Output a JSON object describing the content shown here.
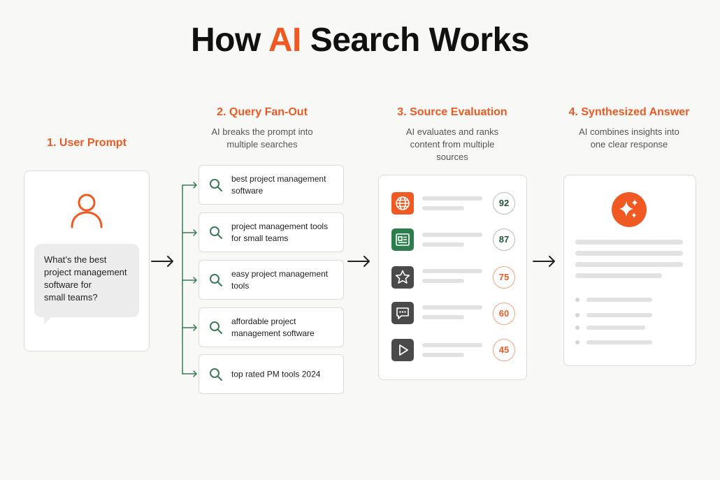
{
  "title": {
    "before": "How ",
    "accent": "AI",
    "after": " Search Works"
  },
  "colors": {
    "accent": "#f05a22",
    "green": "#3b7a57",
    "card_border": "#dcdcdc"
  },
  "steps": [
    {
      "title": "1. User Prompt",
      "desc": ""
    },
    {
      "title": "2. Query Fan-Out",
      "desc_lines": [
        "AI breaks the prompt into",
        "multiple searches"
      ]
    },
    {
      "title": "3. Source Evaluation",
      "desc_lines": [
        "AI evaluates and ranks",
        "content from multiple",
        "sources"
      ]
    },
    {
      "title": "4. Synthesized Answer",
      "desc_lines": [
        "AI combines insights into",
        "one clear response"
      ]
    }
  ],
  "prompt": {
    "icon": "user-icon",
    "lines": [
      "What’s the best",
      "project management",
      "software for",
      "small teams?"
    ]
  },
  "queries": [
    {
      "lines": [
        "best project management",
        "software"
      ],
      "icon": "search-icon"
    },
    {
      "lines": [
        "project management tools",
        "for small teams"
      ],
      "icon": "search-icon"
    },
    {
      "lines": [
        "easy project management",
        "tools"
      ],
      "icon": "search-icon"
    },
    {
      "lines": [
        "affordable project",
        "management software"
      ],
      "icon": "search-icon"
    },
    {
      "lines": [
        "top rated PM tools 2024"
      ],
      "icon": "search-icon"
    }
  ],
  "sources": [
    {
      "icon": "globe-icon",
      "icon_color": "#f05a22",
      "score": "92",
      "tier": "high"
    },
    {
      "icon": "document-icon",
      "icon_color": "#2e7d4f",
      "score": "87",
      "tier": "high"
    },
    {
      "icon": "star-icon",
      "icon_color": "#4a4a4a",
      "score": "75",
      "tier": "low"
    },
    {
      "icon": "chat-icon",
      "icon_color": "#4a4a4a",
      "score": "60",
      "tier": "low"
    },
    {
      "icon": "play-icon",
      "icon_color": "#4a4a4a",
      "score": "45",
      "tier": "low"
    }
  ],
  "answer": {
    "icon": "sparkle-icon"
  }
}
